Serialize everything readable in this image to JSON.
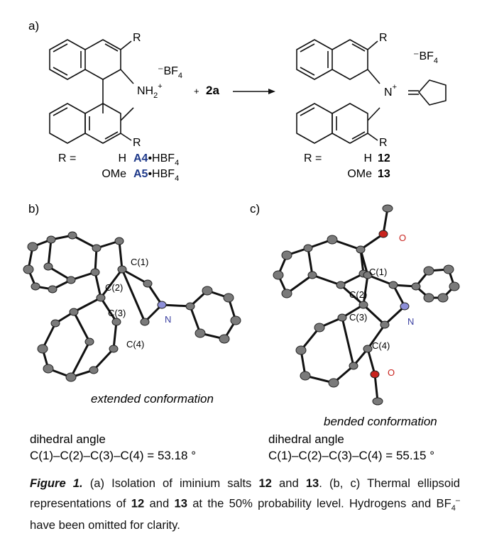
{
  "panel_a": {
    "label": "a)",
    "r_sub": "R",
    "counterion_reactant": "BF",
    "counterion_reactant_sub": "4",
    "ammonium": "NH",
    "ammonium_sub": "2",
    "ammonium_sup": "+",
    "plus": "+",
    "reagent": "2a",
    "counterion_product": "BF",
    "counterion_product_sub": "4",
    "iminium_n": "N",
    "iminium_sup": "+",
    "r_eq": "R =",
    "reactant_rows": [
      {
        "r": "H",
        "code": "A4",
        "salt": "•HBF",
        "salt_sub": "4"
      },
      {
        "r": "OMe",
        "code": "A5",
        "salt": "•HBF",
        "salt_sub": "4"
      }
    ],
    "product_rows": [
      {
        "r": "H",
        "code": "12"
      },
      {
        "r": "OMe",
        "code": "13"
      }
    ]
  },
  "panel_b": {
    "label": "b)",
    "atoms": [
      "C(1)",
      "C(2)",
      "C(3)",
      "C(4)",
      "N"
    ],
    "conformation": "extended conformation",
    "dihedral_title": "dihedral angle",
    "dihedral_value": "C(1)–C(2)–C(3)–C(4) = 53.18 °"
  },
  "panel_c": {
    "label": "c)",
    "atoms": [
      "C(1)",
      "C(2)",
      "C(3)",
      "C(4)",
      "N",
      "O",
      "O"
    ],
    "conformation": "bended conformation",
    "dihedral_title": "dihedral angle",
    "dihedral_value": "C(1)–C(2)–C(3)–C(4) = 55.15 °"
  },
  "caption": {
    "figure_label": "Figure 1.",
    "t1": " (a) Isolation of iminium salts ",
    "c12a": "12",
    "t2": " and ",
    "c13a": "13",
    "t3": ".  (b, c) Thermal ellipsoid representations of ",
    "c12b": "12",
    "t4": " and ",
    "c13b": "13",
    "t5": " at the 50% probability level.  Hydrogens and BF",
    "bf_sub": "4",
    "bf_sup": "–",
    "t6": " have been omitted for clarity."
  },
  "colors": {
    "code_blue": "#1f3a8a",
    "oxygen": "#c8231e",
    "nitrogen": "#8d8fd8",
    "carbon": "#7a7a7a"
  }
}
